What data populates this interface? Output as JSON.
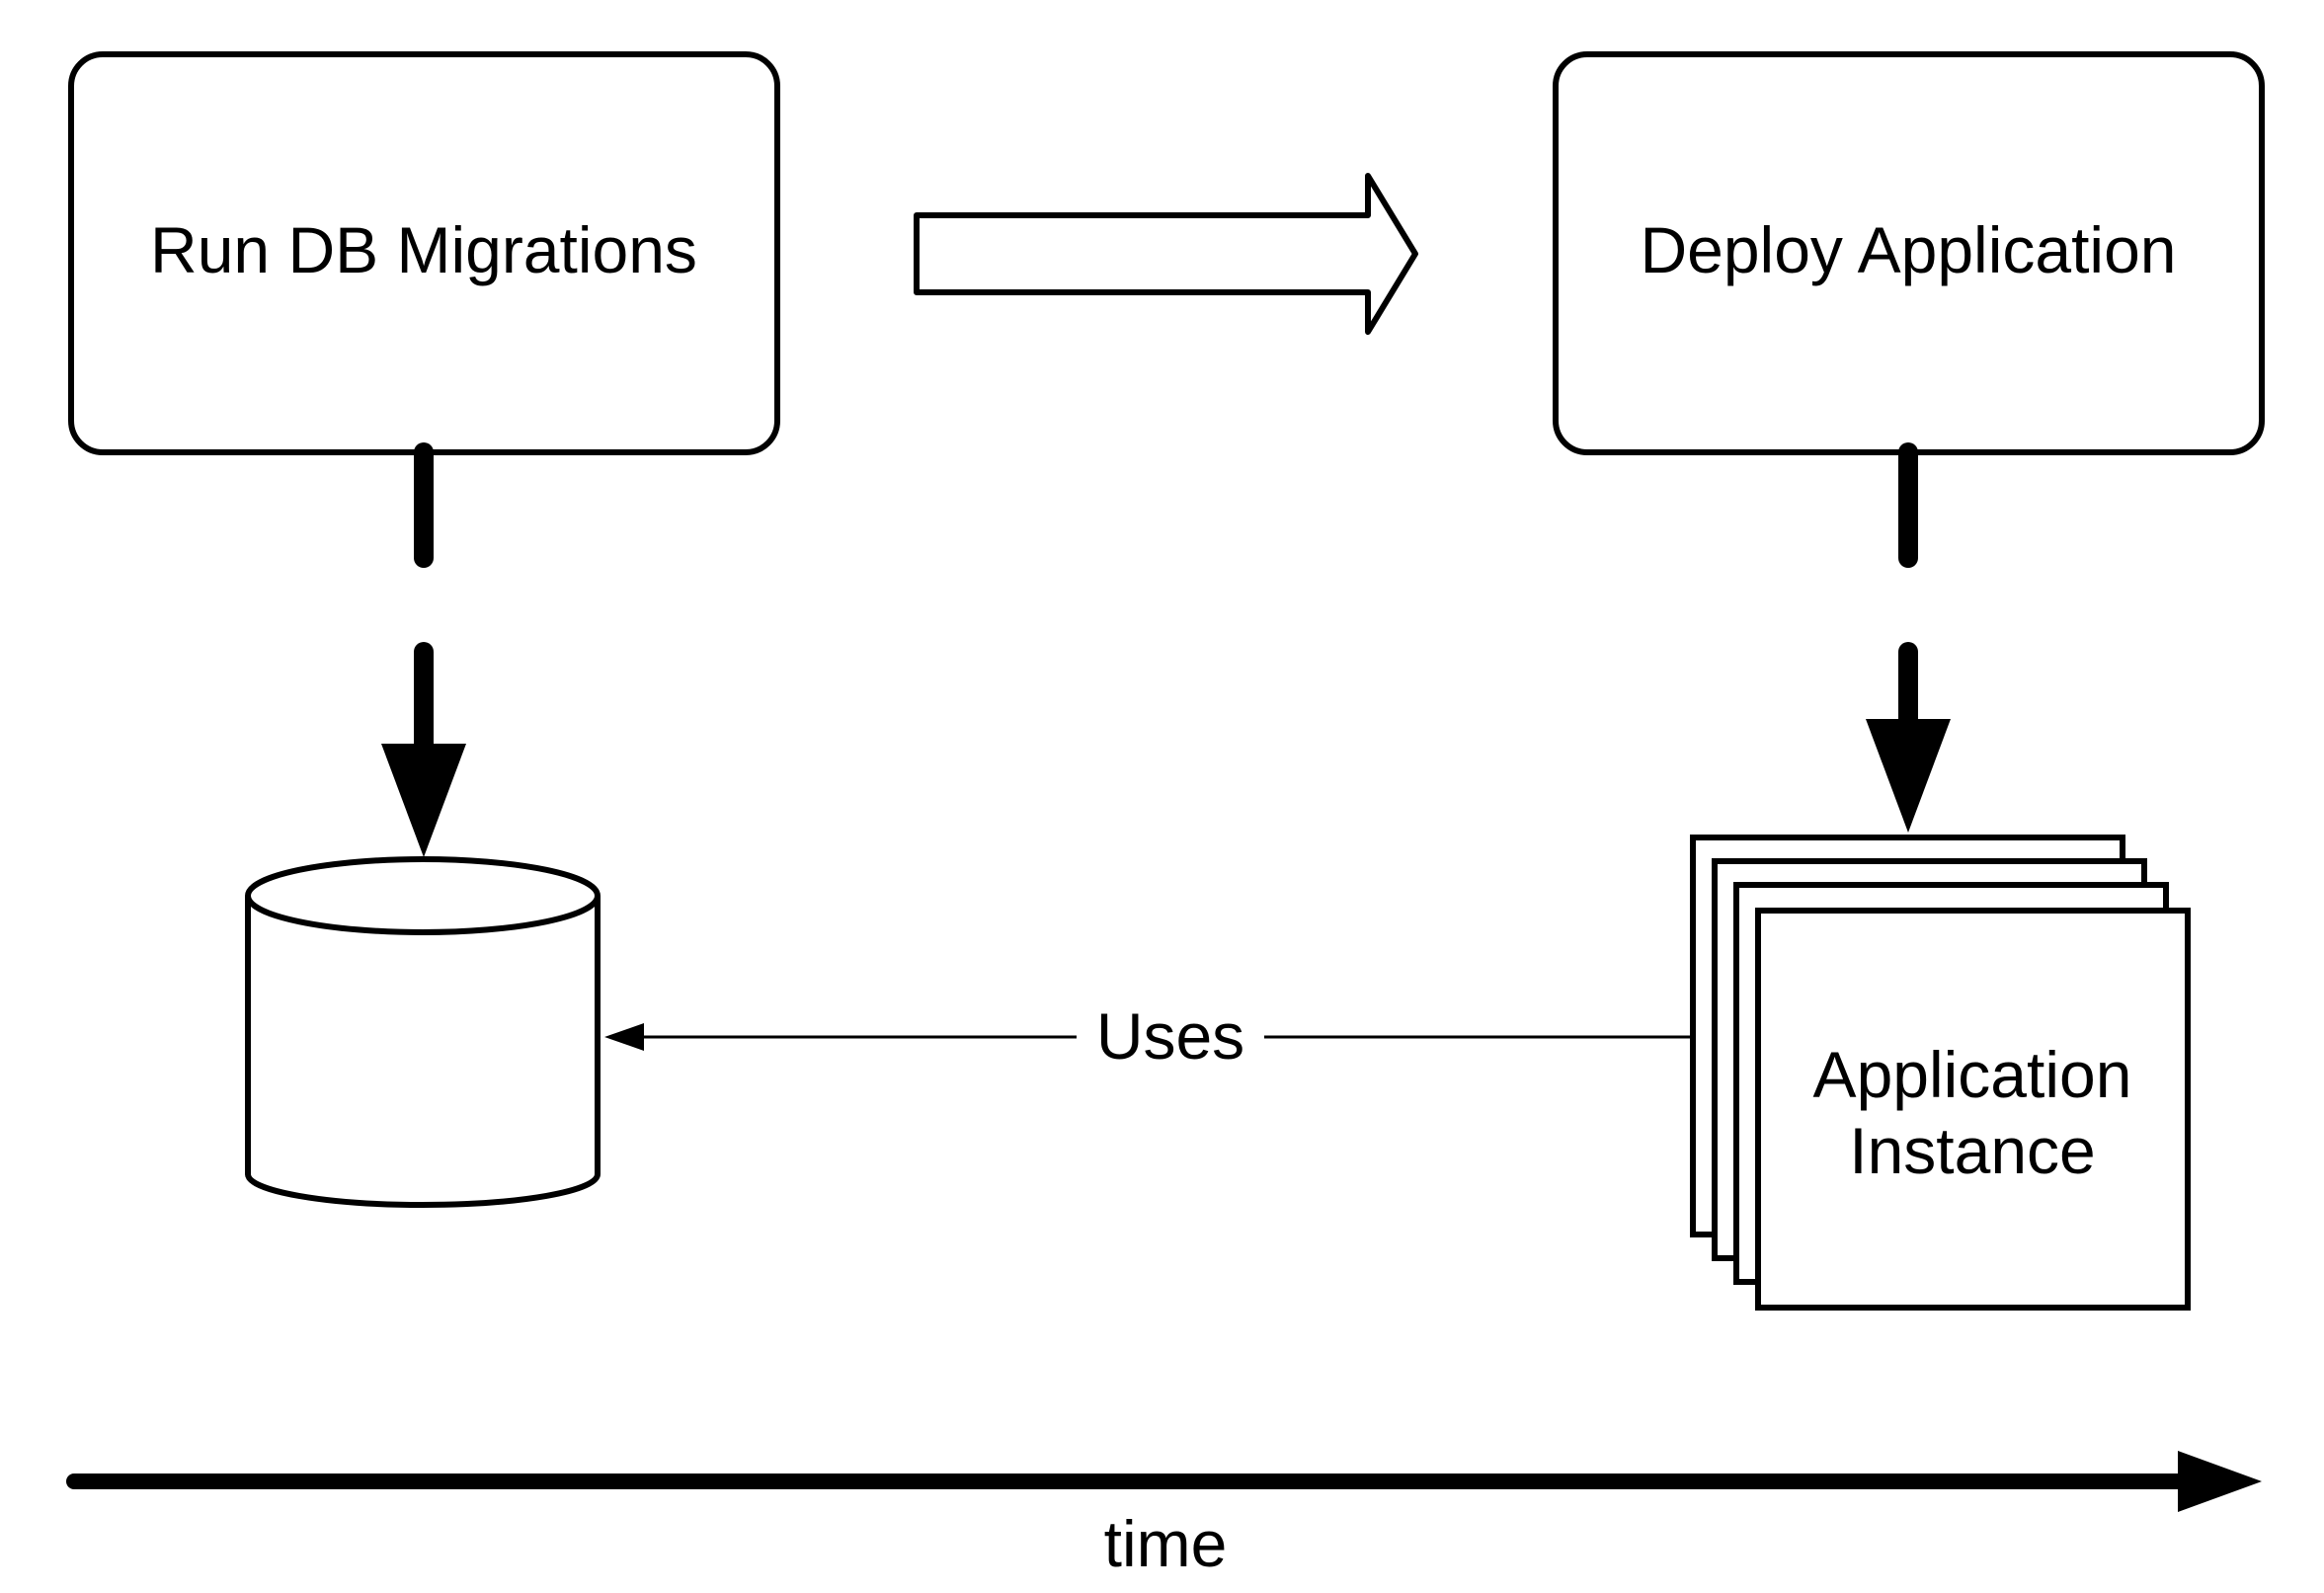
{
  "diagram": {
    "steps": {
      "migrations": {
        "label": "Run DB Migrations"
      },
      "deploy": {
        "label": "Deploy Application"
      }
    },
    "instance": {
      "line1": "Application",
      "line2": "Instance"
    },
    "uses_label": "Uses",
    "time_label": "time"
  },
  "colors": {
    "stroke": "#000000",
    "background": "#ffffff"
  }
}
